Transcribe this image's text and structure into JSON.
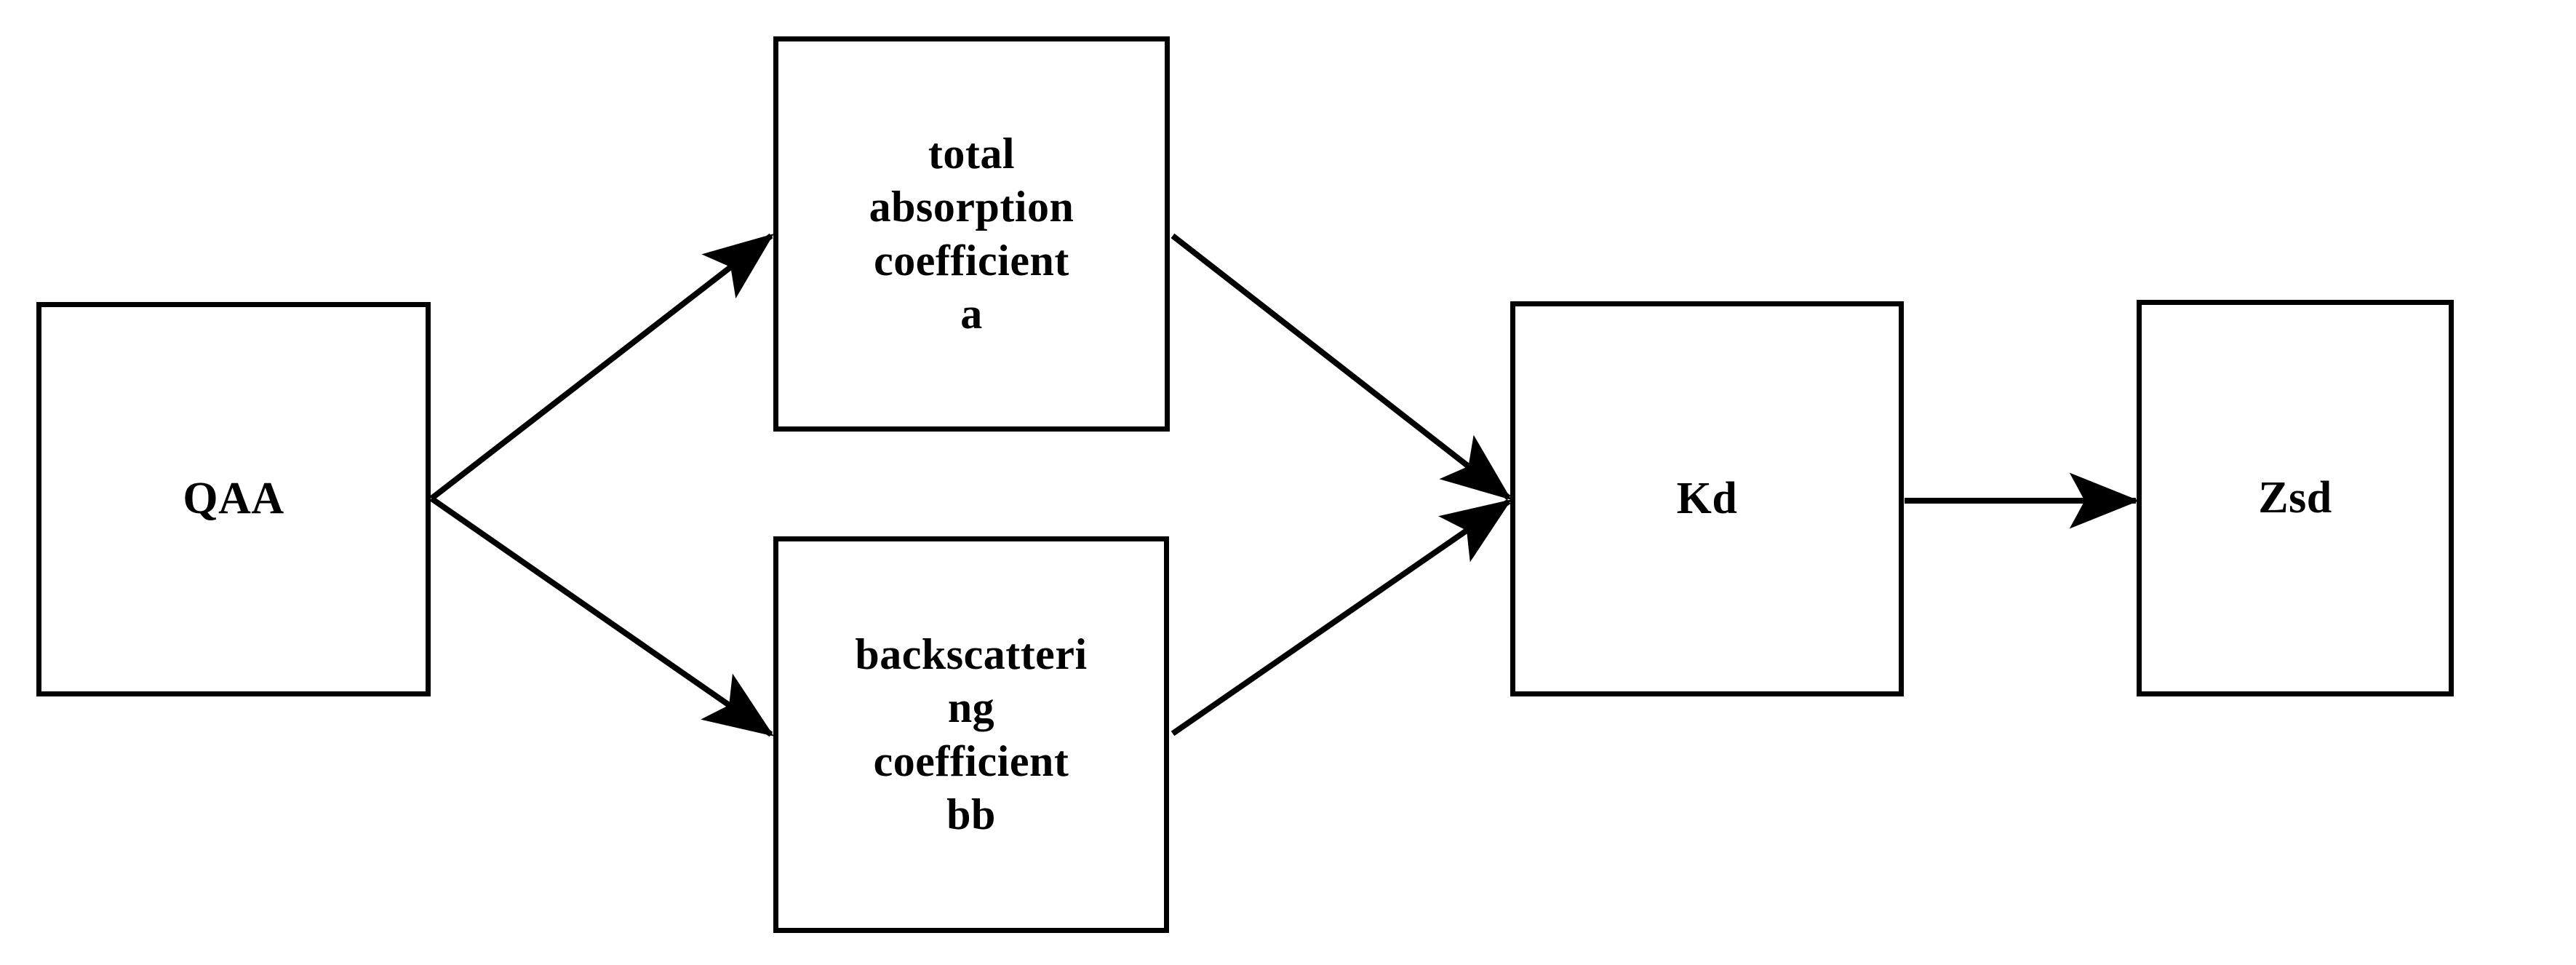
{
  "diagram": {
    "title": "QAA to Zsd derivation flowchart",
    "background_color": "#ffffff",
    "stroke_color": "#000000",
    "nodes": [
      {
        "id": "qaa",
        "label": "QAA"
      },
      {
        "id": "a",
        "label": "total\nabsorption\ncoefficient\na"
      },
      {
        "id": "bb",
        "label": "backscatteri\nng\ncoefficient\nbb"
      },
      {
        "id": "kd",
        "label": "Kd"
      },
      {
        "id": "zsd",
        "label": "Zsd"
      }
    ],
    "edges": [
      {
        "id": "qaa-to-a",
        "from": "qaa",
        "to": "a",
        "label": "",
        "style": "solid-arrow"
      },
      {
        "id": "qaa-to-bb",
        "from": "qaa",
        "to": "bb",
        "label": "",
        "style": "solid-arrow"
      },
      {
        "id": "a-to-kd",
        "from": "a",
        "to": "kd",
        "label": "",
        "style": "solid-arrow"
      },
      {
        "id": "bb-to-kd",
        "from": "bb",
        "to": "kd",
        "label": "",
        "style": "solid-arrow"
      },
      {
        "id": "kd-to-zsd",
        "from": "kd",
        "to": "zsd",
        "label": "",
        "style": "solid-arrow"
      }
    ]
  }
}
